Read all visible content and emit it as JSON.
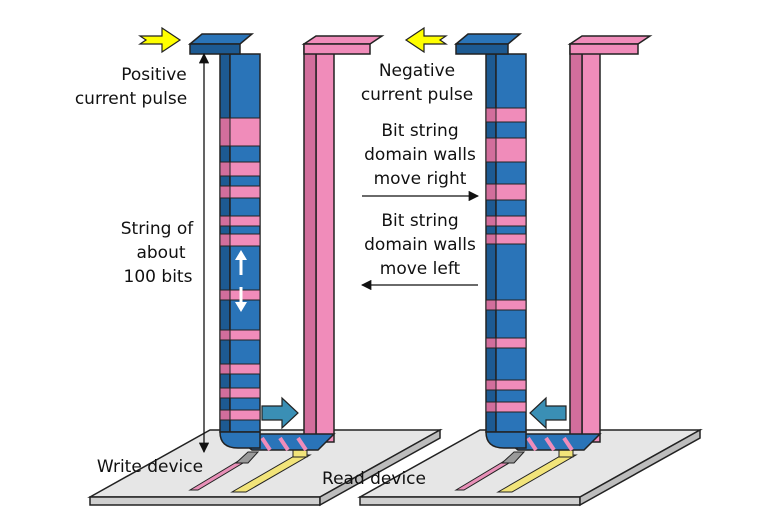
{
  "labels": {
    "positive_line1": "Positive",
    "positive_line2": "current pulse",
    "negative_line1": "Negative",
    "negative_line2": "current pulse",
    "string_line1": "String of",
    "string_line2": "about",
    "string_line3": "100 bits",
    "right_line1": "Bit string",
    "right_line2": "domain walls",
    "right_line3": "move right",
    "left_line1": "Bit string",
    "left_line2": "domain walls",
    "left_line3": "move left",
    "write_device": "Write device",
    "read_device": "Read device"
  },
  "colors": {
    "domain_blue": "#2a74b8",
    "domain_blue_dark": "#1d5a92",
    "domain_pink": "#f08cba",
    "domain_pink_dark": "#d26e9c",
    "pulse_arrow": "#ffff00",
    "shift_arrow": "#3a8fb5",
    "substrate": "#e6e6e6",
    "read_head": "#f2e47a",
    "write_head": "#e890b8"
  },
  "icons": {
    "positive_pulse": "arrow-right-icon",
    "negative_pulse": "arrow-left-icon",
    "shift_right": "arrow-right-icon",
    "shift_left": "arrow-left-icon",
    "magnet_up": "arrow-up-icon",
    "magnet_down": "arrow-down-icon"
  }
}
